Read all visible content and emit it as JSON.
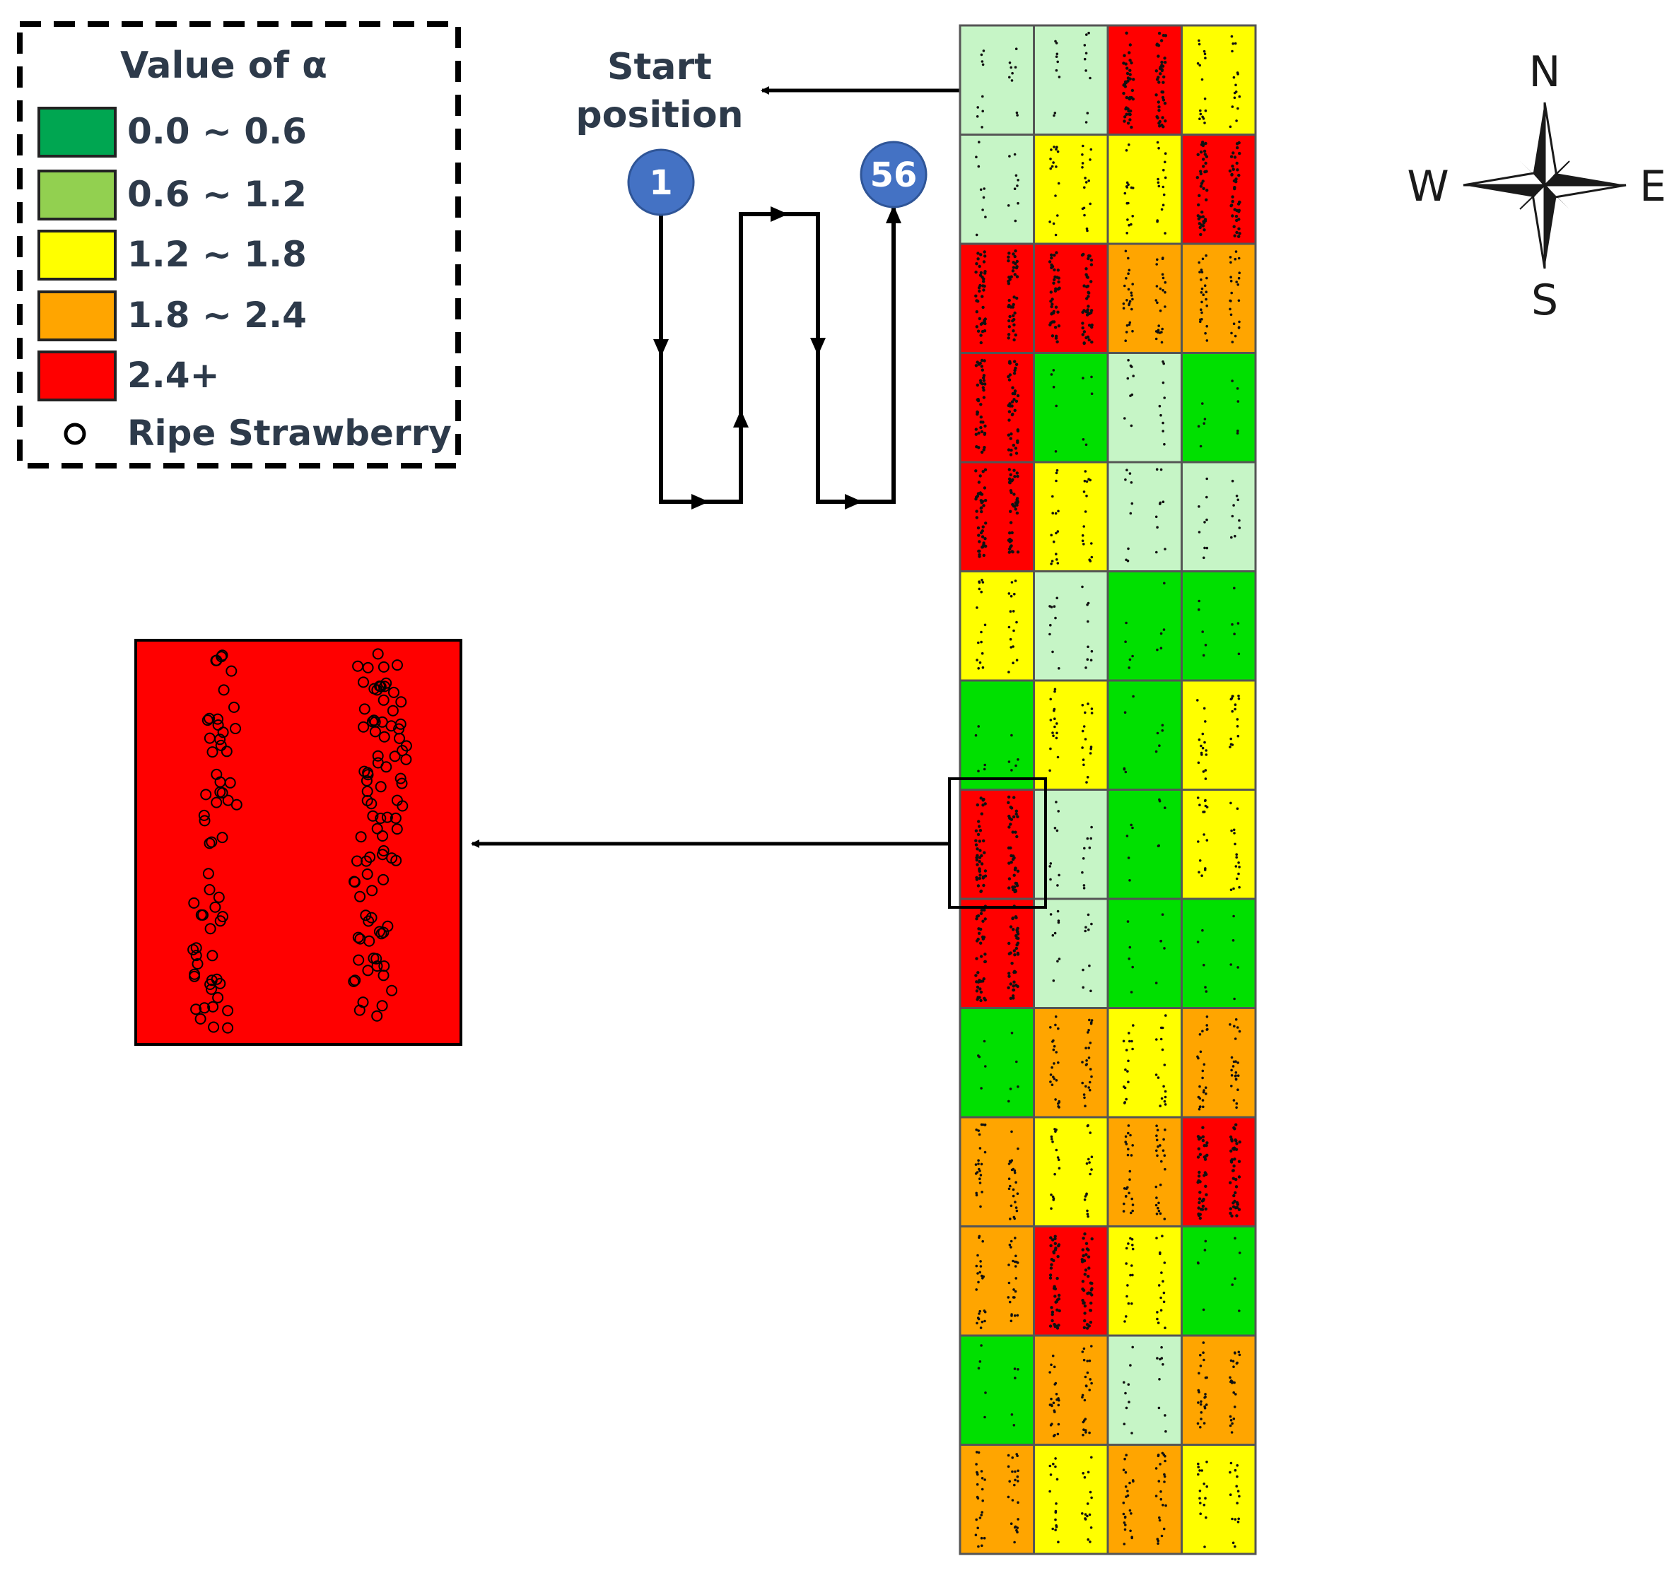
{
  "legend": {
    "title": "Value of α",
    "items": [
      {
        "label": "0.0 ~ 0.6",
        "color": "#00a651"
      },
      {
        "label": "0.6 ~ 1.2",
        "color": "#92d050"
      },
      {
        "label": "1.2 ~ 1.8",
        "color": "#ffff00"
      },
      {
        "label": "1.8 ~ 2.4",
        "color": "#ffa500"
      },
      {
        "label": "2.4+",
        "color": "#ff0000"
      }
    ],
    "marker_label": "Ripe Strawberry"
  },
  "path": {
    "start_label_line1": "Start",
    "start_label_line2": "position",
    "start_node": "1",
    "end_node": "56",
    "node_color": "#4472c4"
  },
  "compass": {
    "n": "N",
    "s": "S",
    "e": "E",
    "w": "W"
  },
  "grid": {
    "palette": {
      "lg": "#c6f5c6",
      "g": "#00e000",
      "y": "#ffff00",
      "o": "#ffa500",
      "r": "#ff0000"
    },
    "rows": [
      [
        "lg",
        "lg",
        "r",
        "y"
      ],
      [
        "lg",
        "y",
        "y",
        "r"
      ],
      [
        "r",
        "r",
        "o",
        "o"
      ],
      [
        "r",
        "g",
        "lg",
        "g"
      ],
      [
        "r",
        "y",
        "lg",
        "lg"
      ],
      [
        "y",
        "lg",
        "g",
        "g"
      ],
      [
        "g",
        "y",
        "g",
        "y"
      ],
      [
        "r",
        "lg",
        "g",
        "y"
      ],
      [
        "r",
        "lg",
        "g",
        "g"
      ],
      [
        "g",
        "o",
        "y",
        "o"
      ],
      [
        "o",
        "y",
        "o",
        "r"
      ],
      [
        "o",
        "r",
        "y",
        "g"
      ],
      [
        "g",
        "o",
        "lg",
        "o"
      ],
      [
        "o",
        "y",
        "o",
        "y"
      ]
    ]
  },
  "zoom": {
    "color": "#ff0000"
  }
}
